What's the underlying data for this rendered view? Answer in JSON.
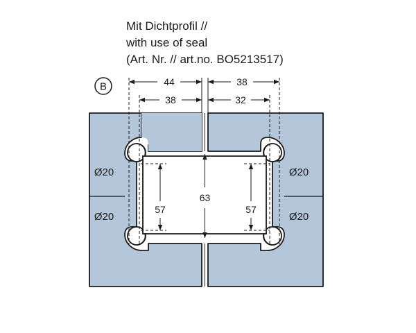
{
  "caption": {
    "line1": "Mit Dichtprofil //",
    "line2": "with use of seal",
    "line3": "(Art. Nr. // art.no. BO5213517)"
  },
  "view_label": "B",
  "dimensions": {
    "top_left_outer": "44",
    "top_left_inner": "38",
    "top_right_outer": "38",
    "top_right_inner": "32",
    "center_height": "63",
    "left_height": "57",
    "right_height": "57"
  },
  "diameters": {
    "upper_left": "Ø20",
    "lower_left": "Ø20",
    "upper_right": "Ø20",
    "lower_right": "Ø20"
  },
  "colors": {
    "glass": "#b4c6da",
    "line": "#1a1a1a",
    "background": "#ffffff"
  }
}
